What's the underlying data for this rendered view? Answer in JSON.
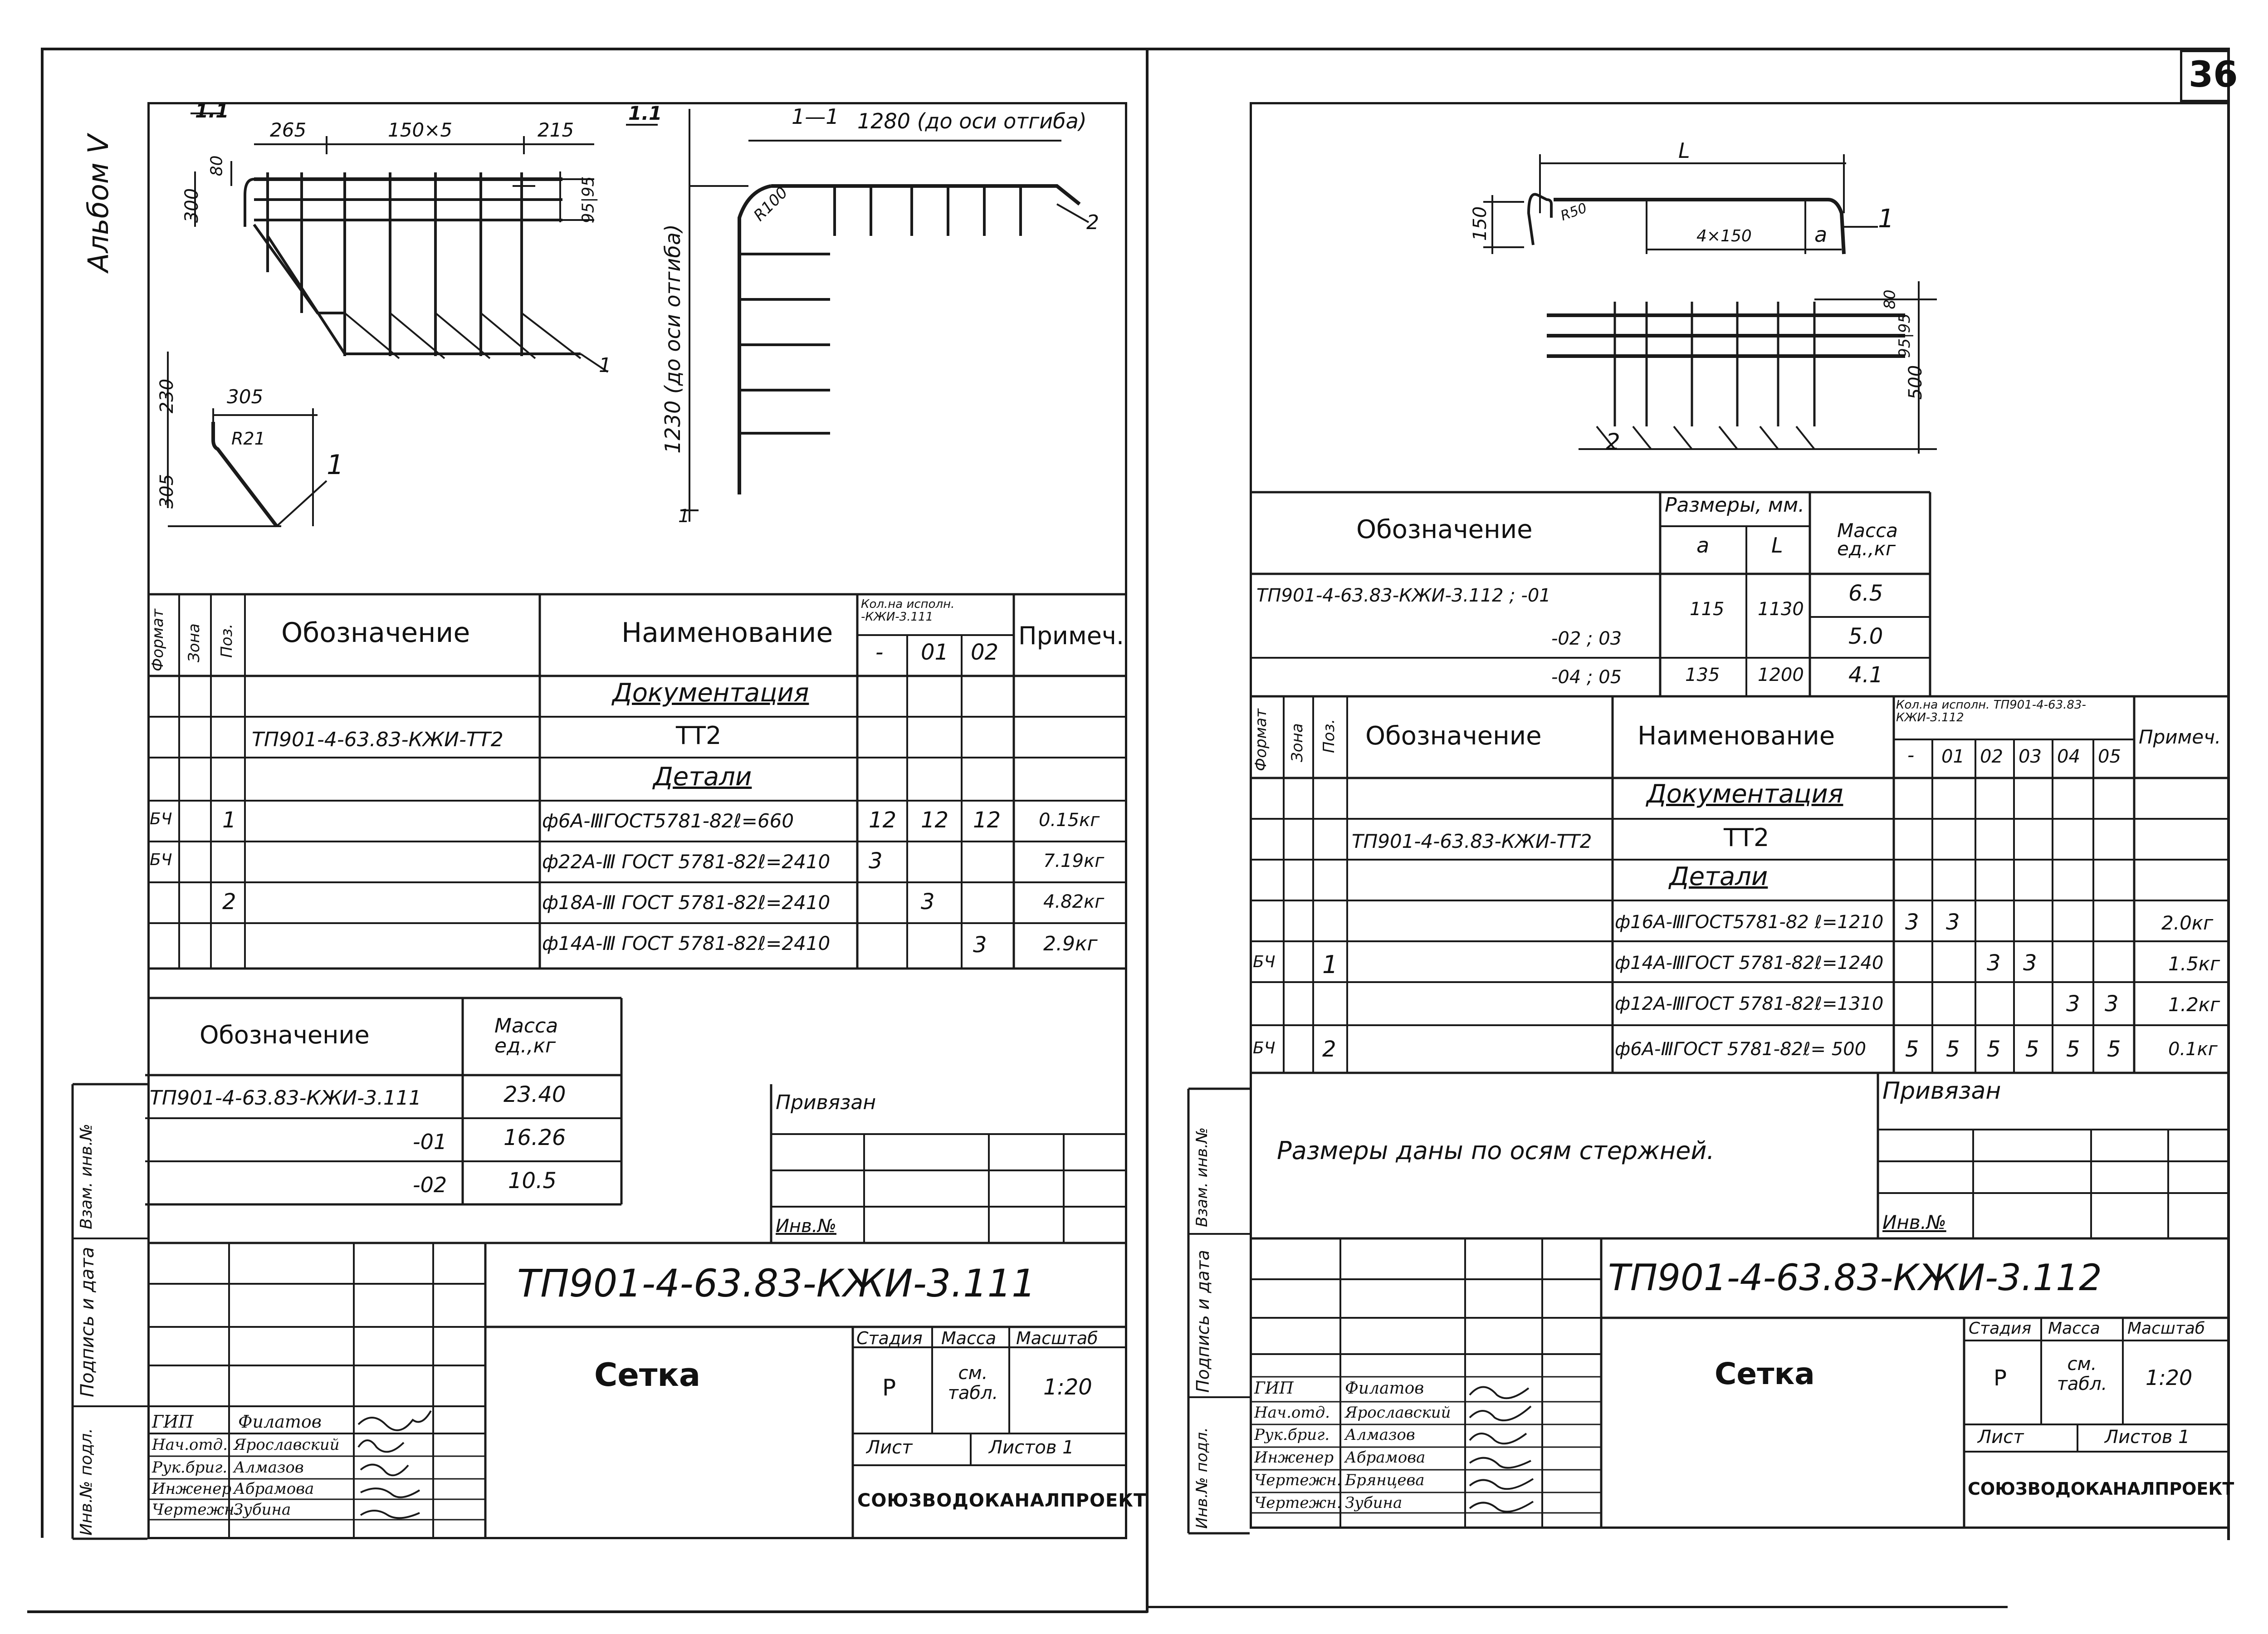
{
  "page_number": "36",
  "album": "Альбом V",
  "left": {
    "drawing": {
      "section_a": "1.1",
      "section_b": "1.1",
      "section_c": "1—1",
      "dim_265": "265",
      "dim_150x5": "150×5",
      "dim_215": "215",
      "dim_80": "80",
      "dim_300": "300",
      "dim_9585": "95|95",
      "dim_1280": "1280 (до оси отгиба)",
      "dim_1230": "1230 (до оси отгиба)",
      "dim_r100": "R100",
      "dim_230": "230",
      "dim_305": "305",
      "dim_r21": "R21",
      "dim_305b": "305",
      "pos_1a": "1",
      "pos_1b": "1",
      "pos_1c": "1",
      "pos_2": "2"
    },
    "spec": {
      "h_format": "Формат",
      "h_zone": "Зона",
      "h_pos": "Поз.",
      "h_designation": "Обозначение",
      "h_name": "Наименование",
      "h_qty": "Кол.на исполн. -КЖИ-3.111",
      "h_qty_cols": [
        "-",
        "01",
        "02"
      ],
      "h_note": "Примеч.",
      "sec_docs": "Документация",
      "doc_designation": "ТП901-4-63.83-КЖИ-ТТ2",
      "doc_name": "ТТ2",
      "sec_parts": "Детали",
      "rows": [
        {
          "fmt": "БЧ",
          "pos": "1",
          "name": "ф6А-ⅢГОСТ5781-82ℓ=660",
          "q": [
            "12",
            "12",
            "12"
          ],
          "note": "0.15кг"
        },
        {
          "fmt": "БЧ",
          "pos": "",
          "name": "ф22А-Ⅲ ГОСТ 5781-82ℓ=2410",
          "q": [
            "3",
            "",
            ""
          ],
          "note": "7.19кг"
        },
        {
          "fmt": "",
          "pos": "2",
          "name": "ф18А-Ⅲ ГОСТ 5781-82ℓ=2410",
          "q": [
            "",
            "3",
            ""
          ],
          "note": "4.82кг"
        },
        {
          "fmt": "",
          "pos": "",
          "name": "ф14А-Ⅲ ГОСТ 5781-82ℓ=2410",
          "q": [
            "",
            "",
            "3"
          ],
          "note": "2.9кг"
        }
      ]
    },
    "mass_table": {
      "h_designation": "Обозначение",
      "h_mass": "Масса ед.,кг",
      "rows": [
        {
          "d": "ТП901-4-63.83-КЖИ-3.111",
          "m": "23.40"
        },
        {
          "d": "-01",
          "m": "16.26"
        },
        {
          "d": "-02",
          "m": "10.5"
        }
      ]
    },
    "bound": "Привязан",
    "inv_no": "Инв.№",
    "side_labels": [
      "Инв.№ подл.",
      "Подпись и дата",
      "Взам. инв.№"
    ],
    "title": "ТП901-4-63.83-КЖИ-3.111",
    "name": "Сетка",
    "stage_h": "Стадия",
    "mass_h": "Масса",
    "scale_h": "Масштаб",
    "stage": "Р",
    "mass": "см. табл.",
    "scale": "1:20",
    "sheet": "Лист",
    "sheets": "Листов 1",
    "org": "СОЮЗВОДОКАНАЛПРОЕКТ",
    "staff": [
      {
        "role": "ГИП",
        "name": "Филатов"
      },
      {
        "role": "Нач.отд.",
        "name": "Ярославский"
      },
      {
        "role": "Рук.бриг.",
        "name": "Алмазов"
      },
      {
        "role": "Инженер",
        "name": "Абрамова"
      },
      {
        "role": "Чертежн.",
        "name": "Зубина"
      }
    ]
  },
  "right": {
    "drawing": {
      "dim_l": "L",
      "dim_150": "150",
      "dim_r50": "R50",
      "dim_4x150": "4×150",
      "dim_a": "a",
      "dim_80": "80",
      "dim_9595": "95|95",
      "dim_500": "500",
      "pos_1": "1",
      "pos_2": "2"
    },
    "dims_table": {
      "h_designation": "Обозначение",
      "h_sizes": "Размеры, мм.",
      "h_a": "a",
      "h_l": "L",
      "h_mass": "Масса ед.,кг",
      "rows": [
        {
          "d": "ТП901-4-63.83-КЖИ-3.112 ; -01",
          "a": "115",
          "l": "1130",
          "m": "6.5"
        },
        {
          "d": "-02 ; 03",
          "a": "",
          "l": "",
          "m": "5.0"
        },
        {
          "d": "-04 ; 05",
          "a": "135",
          "l": "1200",
          "m": "4.1"
        }
      ]
    },
    "spec": {
      "h_format": "Формат",
      "h_zone": "Зона",
      "h_pos": "Поз.",
      "h_designation": "Обозначение",
      "h_name": "Наименование",
      "h_qty": "Кол.на исполн. ТП901-4-63.83-КЖИ-3.112",
      "h_qty_cols": [
        "-",
        "01",
        "02",
        "03",
        "04",
        "05"
      ],
      "h_note": "Примеч.",
      "sec_docs": "Документация",
      "doc_designation": "ТП901-4-63.83-КЖИ-ТТ2",
      "doc_name": "ТТ2",
      "sec_parts": "Детали",
      "rows": [
        {
          "fmt": "",
          "pos": "",
          "name": "ф16А-ⅢГОСТ5781-82 ℓ=1210",
          "q": [
            "3",
            "3",
            "",
            "",
            "",
            ""
          ],
          "note": "2.0кг"
        },
        {
          "fmt": "БЧ",
          "pos": "1",
          "name": "ф14А-ⅢГОСТ 5781-82ℓ=1240",
          "q": [
            "",
            "",
            "3",
            "3",
            "",
            ""
          ],
          "note": "1.5кг"
        },
        {
          "fmt": "",
          "pos": "",
          "name": "ф12А-ⅢГОСТ 5781-82ℓ=1310",
          "q": [
            "",
            "",
            "",
            "",
            "3",
            "3"
          ],
          "note": "1.2кг"
        },
        {
          "fmt": "БЧ",
          "pos": "2",
          "name": "ф6А-ⅢГОСТ 5781-82ℓ= 500",
          "q": [
            "5",
            "5",
            "5",
            "5",
            "5",
            "5"
          ],
          "note": "0.1кг"
        }
      ]
    },
    "note": "Размеры даны по осям стержней.",
    "bound": "Привязан",
    "inv_no": "Инв.№",
    "side_labels": [
      "Инв.№ подл.",
      "Подпись и дата",
      "Взам. инв.№"
    ],
    "title": "ТП901-4-63.83-КЖИ-3.112",
    "name": "Сетка",
    "stage_h": "Стадия",
    "mass_h": "Масса",
    "scale_h": "Масштаб",
    "stage": "Р",
    "mass": "см. табл.",
    "scale": "1:20",
    "sheet": "Лист",
    "sheets": "Листов 1",
    "org": "СОЮЗВОДОКАНАЛПРОЕКТ",
    "staff": [
      {
        "role": "ГИП",
        "name": "Филатов"
      },
      {
        "role": "Нач.отд.",
        "name": "Ярославский"
      },
      {
        "role": "Рук.бриг.",
        "name": "Алмазов"
      },
      {
        "role": "Инженер",
        "name": "Абрамова"
      },
      {
        "role": "Чертежн.",
        "name": "Брянцева"
      },
      {
        "role": "Чертежн.",
        "name": "Зубина"
      }
    ]
  }
}
